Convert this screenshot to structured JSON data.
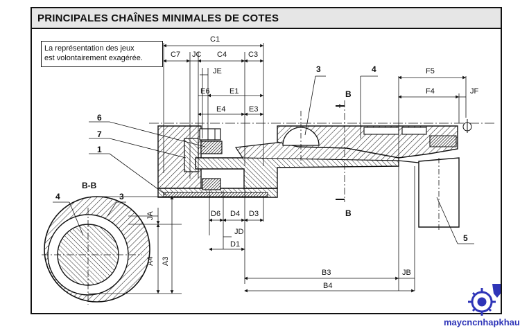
{
  "title": "PRINCIPALES CHAÎNES MINIMALES DE COTES",
  "note": {
    "line1": "La représentation des jeux",
    "line2": "est volontairement exagérée."
  },
  "section_title": "B-B",
  "labels": {
    "c1": "C1",
    "c7": "C7",
    "jc": "JC",
    "c4": "C4",
    "c3": "C3",
    "je": "JE",
    "e6": "E6",
    "e1": "E1",
    "e4": "E4",
    "e3": "E3",
    "p3": "3",
    "p4": "4",
    "p6": "6",
    "p7": "7",
    "p1": "1",
    "p5": "5",
    "bb_4": "4",
    "bb_3": "3",
    "f5": "F5",
    "f4": "F4",
    "jf": "JF",
    "b_top": "B",
    "b_bottom": "B",
    "ja": "JA",
    "a4": "A4",
    "a3": "A3",
    "d6": "D6",
    "d4": "D4",
    "d3": "D3",
    "jd": "JD",
    "d1": "D1",
    "b3": "B3",
    "jb": "JB",
    "b4": "B4"
  },
  "logo": {
    "text": "maycncnhapkhau.com",
    "color": "#2f35b8"
  }
}
